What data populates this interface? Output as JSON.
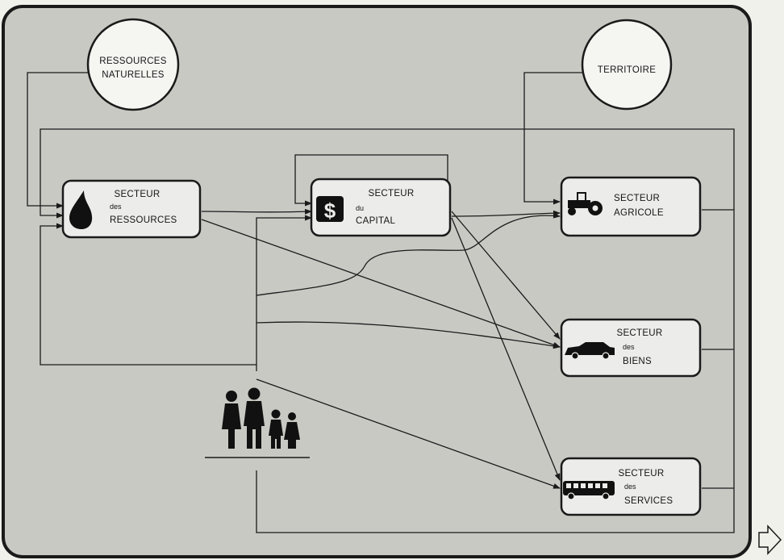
{
  "diagram": {
    "circles": {
      "ressources": {
        "line1": "RESSOURCES",
        "line2": "NATURELLES"
      },
      "territoire": {
        "label": "TERRITOIRE"
      }
    },
    "sectors": {
      "ressources": {
        "line1": "SECTEUR",
        "line2": "des",
        "line3": "RESSOURCES",
        "icon": "drop-icon"
      },
      "capital": {
        "line1": "SECTEUR",
        "line2": "du",
        "line3": "CAPITAL",
        "icon": "dollar-icon"
      },
      "agricole": {
        "line1": "SECTEUR",
        "line2": "AGRICOLE",
        "icon": "tractor-icon"
      },
      "biens": {
        "line1": "SECTEUR",
        "line2": "des",
        "line3": "BIENS",
        "icon": "car-icon"
      },
      "services": {
        "line1": "SECTEUR",
        "line2": "des",
        "line3": "SERVICES",
        "icon": "bus-icon"
      }
    },
    "population": {
      "icon": "family-icon"
    },
    "next_arrow": {
      "icon": "arrow-right-outline-icon"
    },
    "colors": {
      "panel": "#c9c9c4",
      "box": "#ececea",
      "stroke": "#1a1a1a",
      "page": "#f1f1ec"
    }
  }
}
